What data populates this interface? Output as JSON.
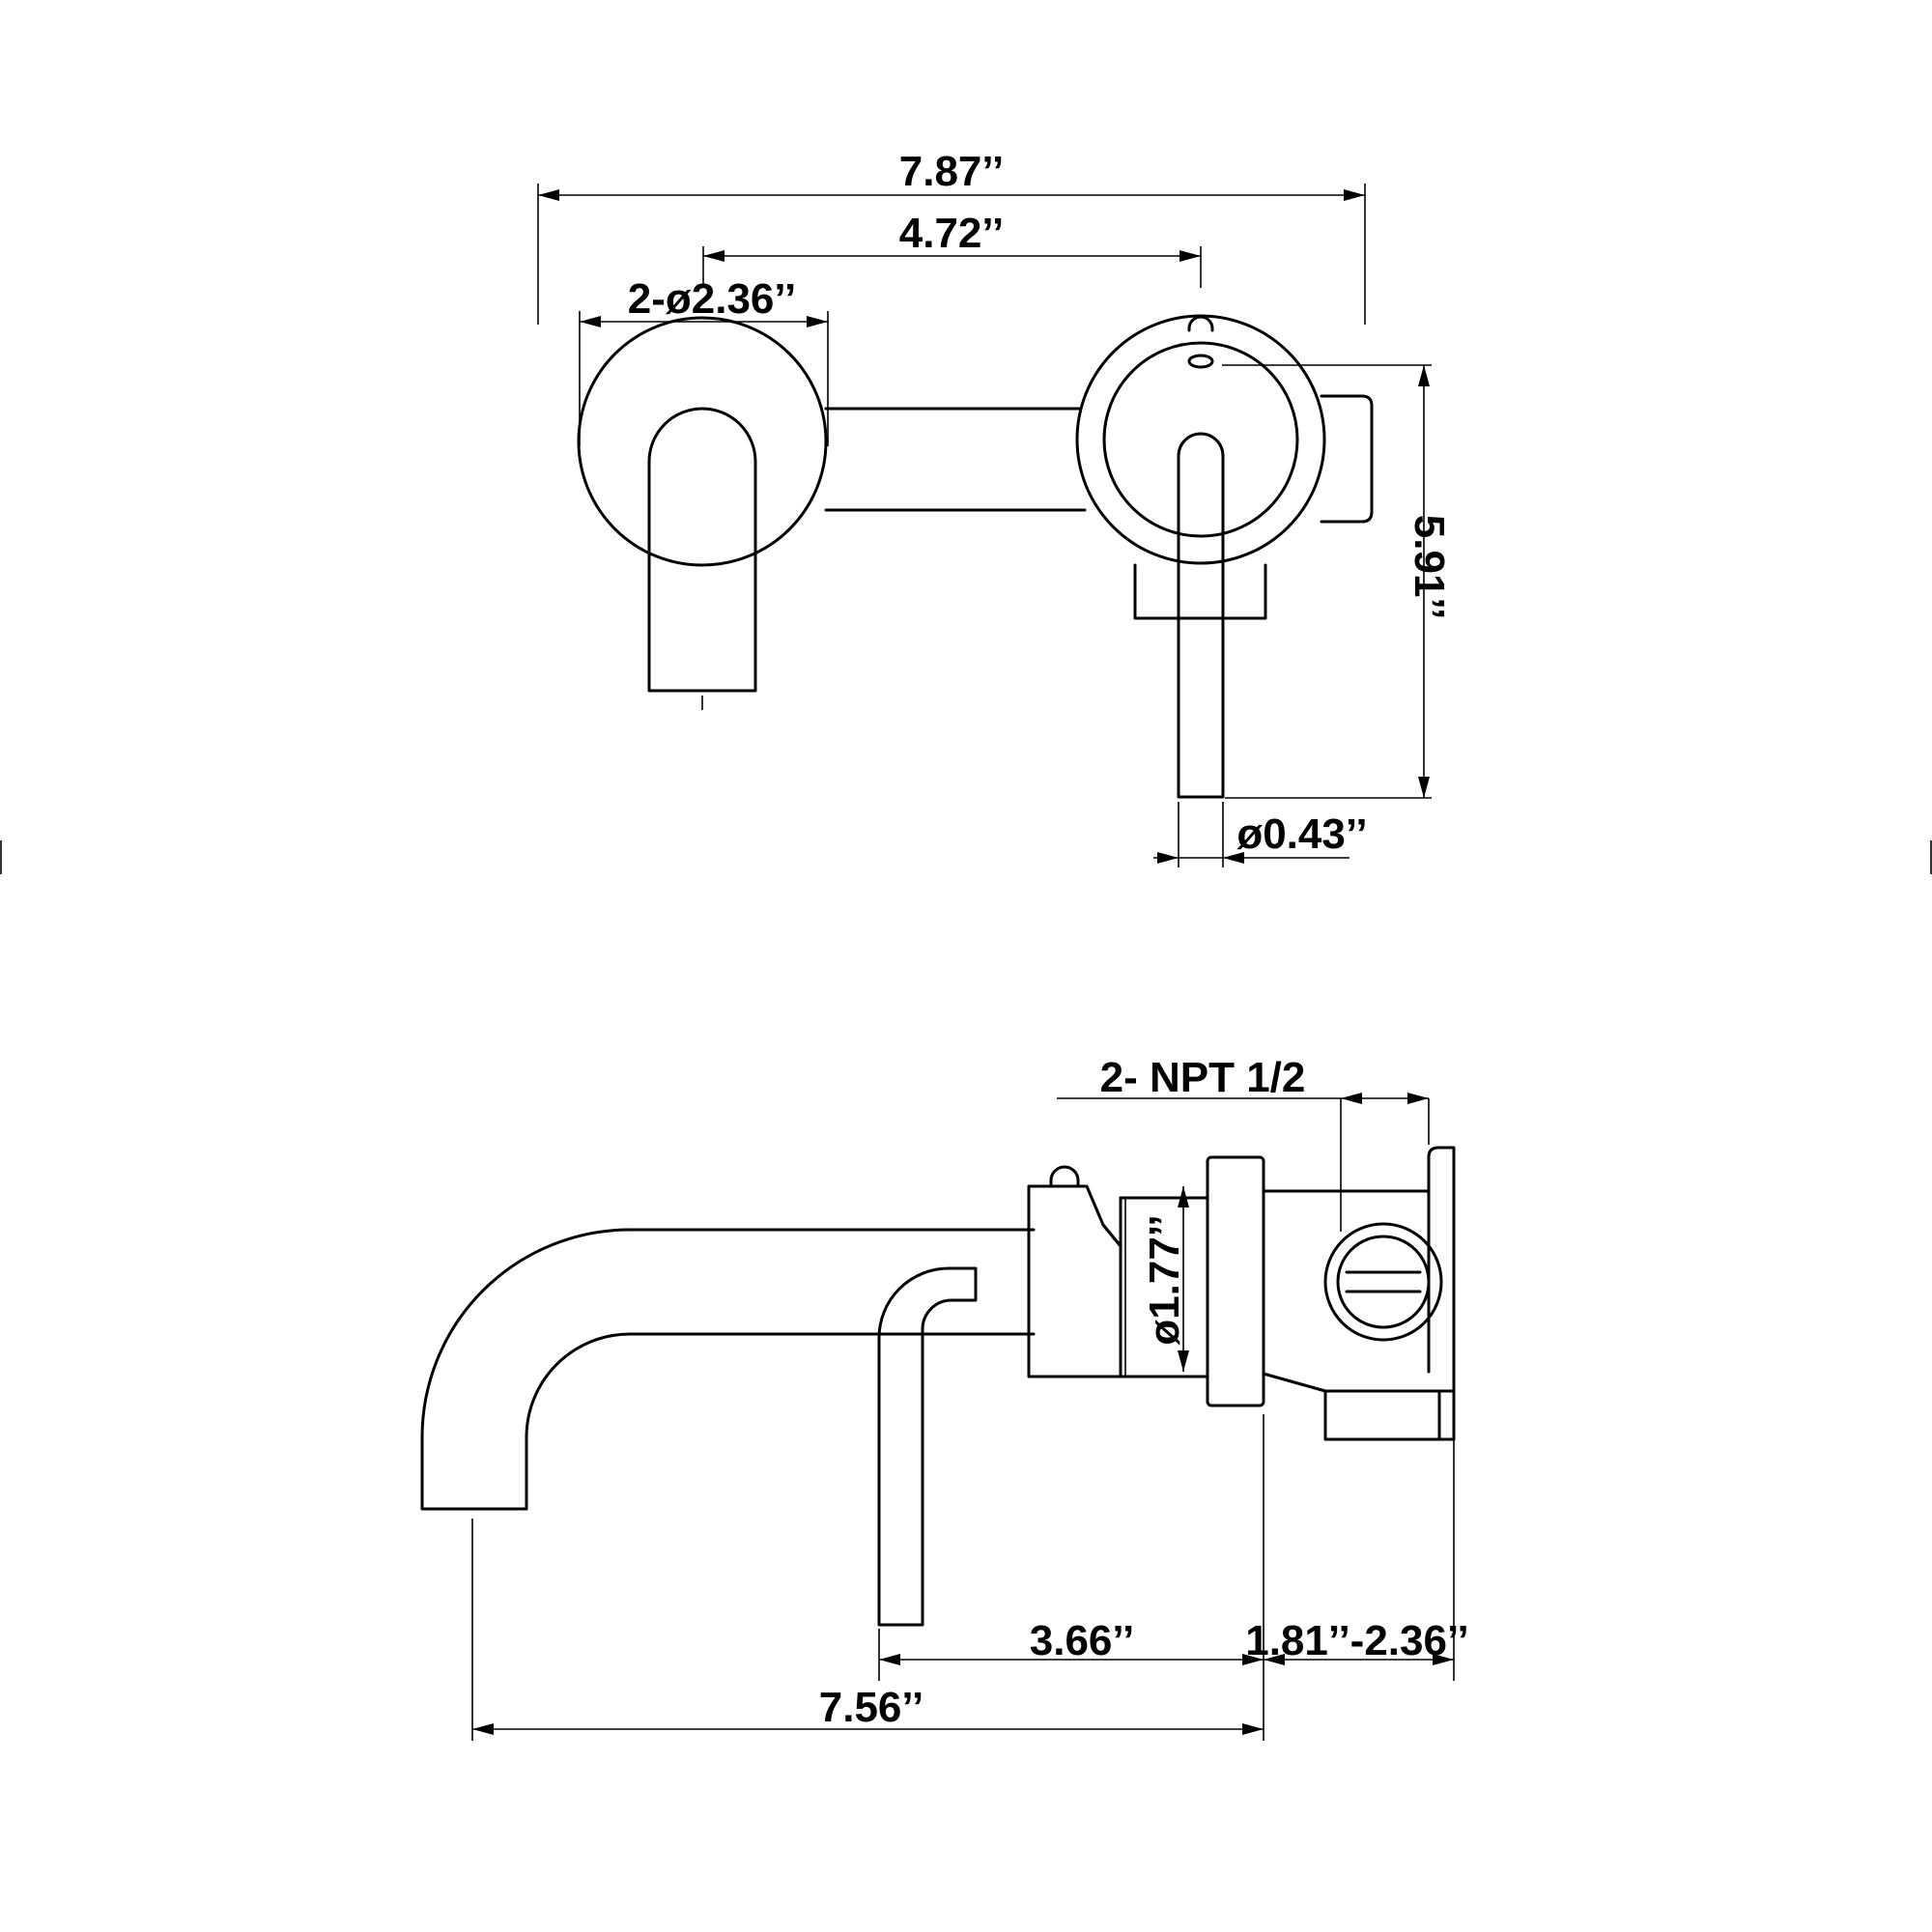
{
  "front_view": {
    "overall_width": "7.87’’",
    "center_spacing": "4.72’’",
    "escutcheon_diameter": "2-ø2.36’’",
    "height": "5.91’’",
    "handle_diameter": "ø0.43’’"
  },
  "side_view": {
    "inlet": "2- NPT 1/2",
    "body_diameter": "ø1.77’’",
    "handle_to_wall": "3.66’’",
    "wall_depth_range": "1.81’’-2.36’’",
    "spout_reach": "7.56’’"
  }
}
